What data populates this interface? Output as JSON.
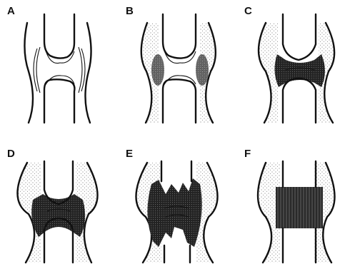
{
  "panels": [
    {
      "id": "A",
      "label": "A"
    },
    {
      "id": "B",
      "label": "B"
    },
    {
      "id": "C",
      "label": "C"
    },
    {
      "id": "D",
      "label": "D"
    },
    {
      "id": "E",
      "label": "E"
    },
    {
      "id": "F",
      "label": "F"
    }
  ]
}
